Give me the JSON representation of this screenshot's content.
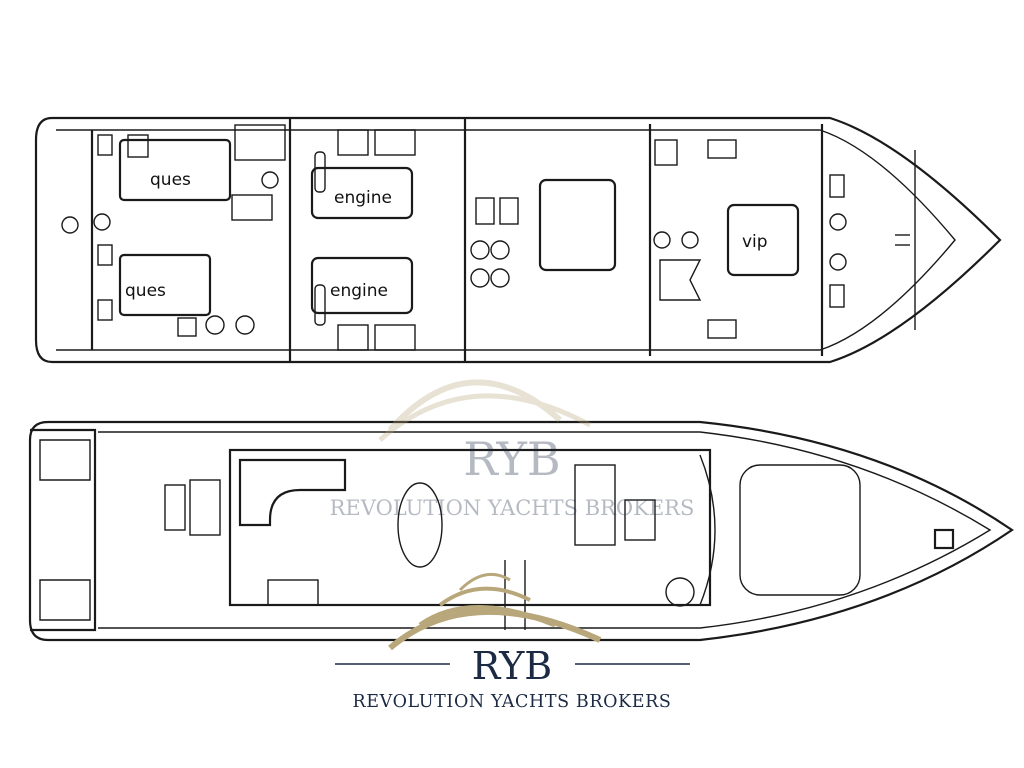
{
  "lower_deck": {
    "cabins": [
      {
        "label": "ques"
      },
      {
        "label": "ques"
      },
      {
        "label": "vip"
      }
    ],
    "engines": [
      {
        "label": "engine"
      },
      {
        "label": "engine"
      }
    ]
  },
  "watermark": {
    "monogram": "RYB",
    "name": "REVOLUTION YACHTS BROKERS"
  },
  "logo": {
    "monogram": "RYB",
    "name": "REVOLUTION YACHTS BROKERS",
    "navy": "#1c2a44",
    "gold": "#b9a77c"
  }
}
